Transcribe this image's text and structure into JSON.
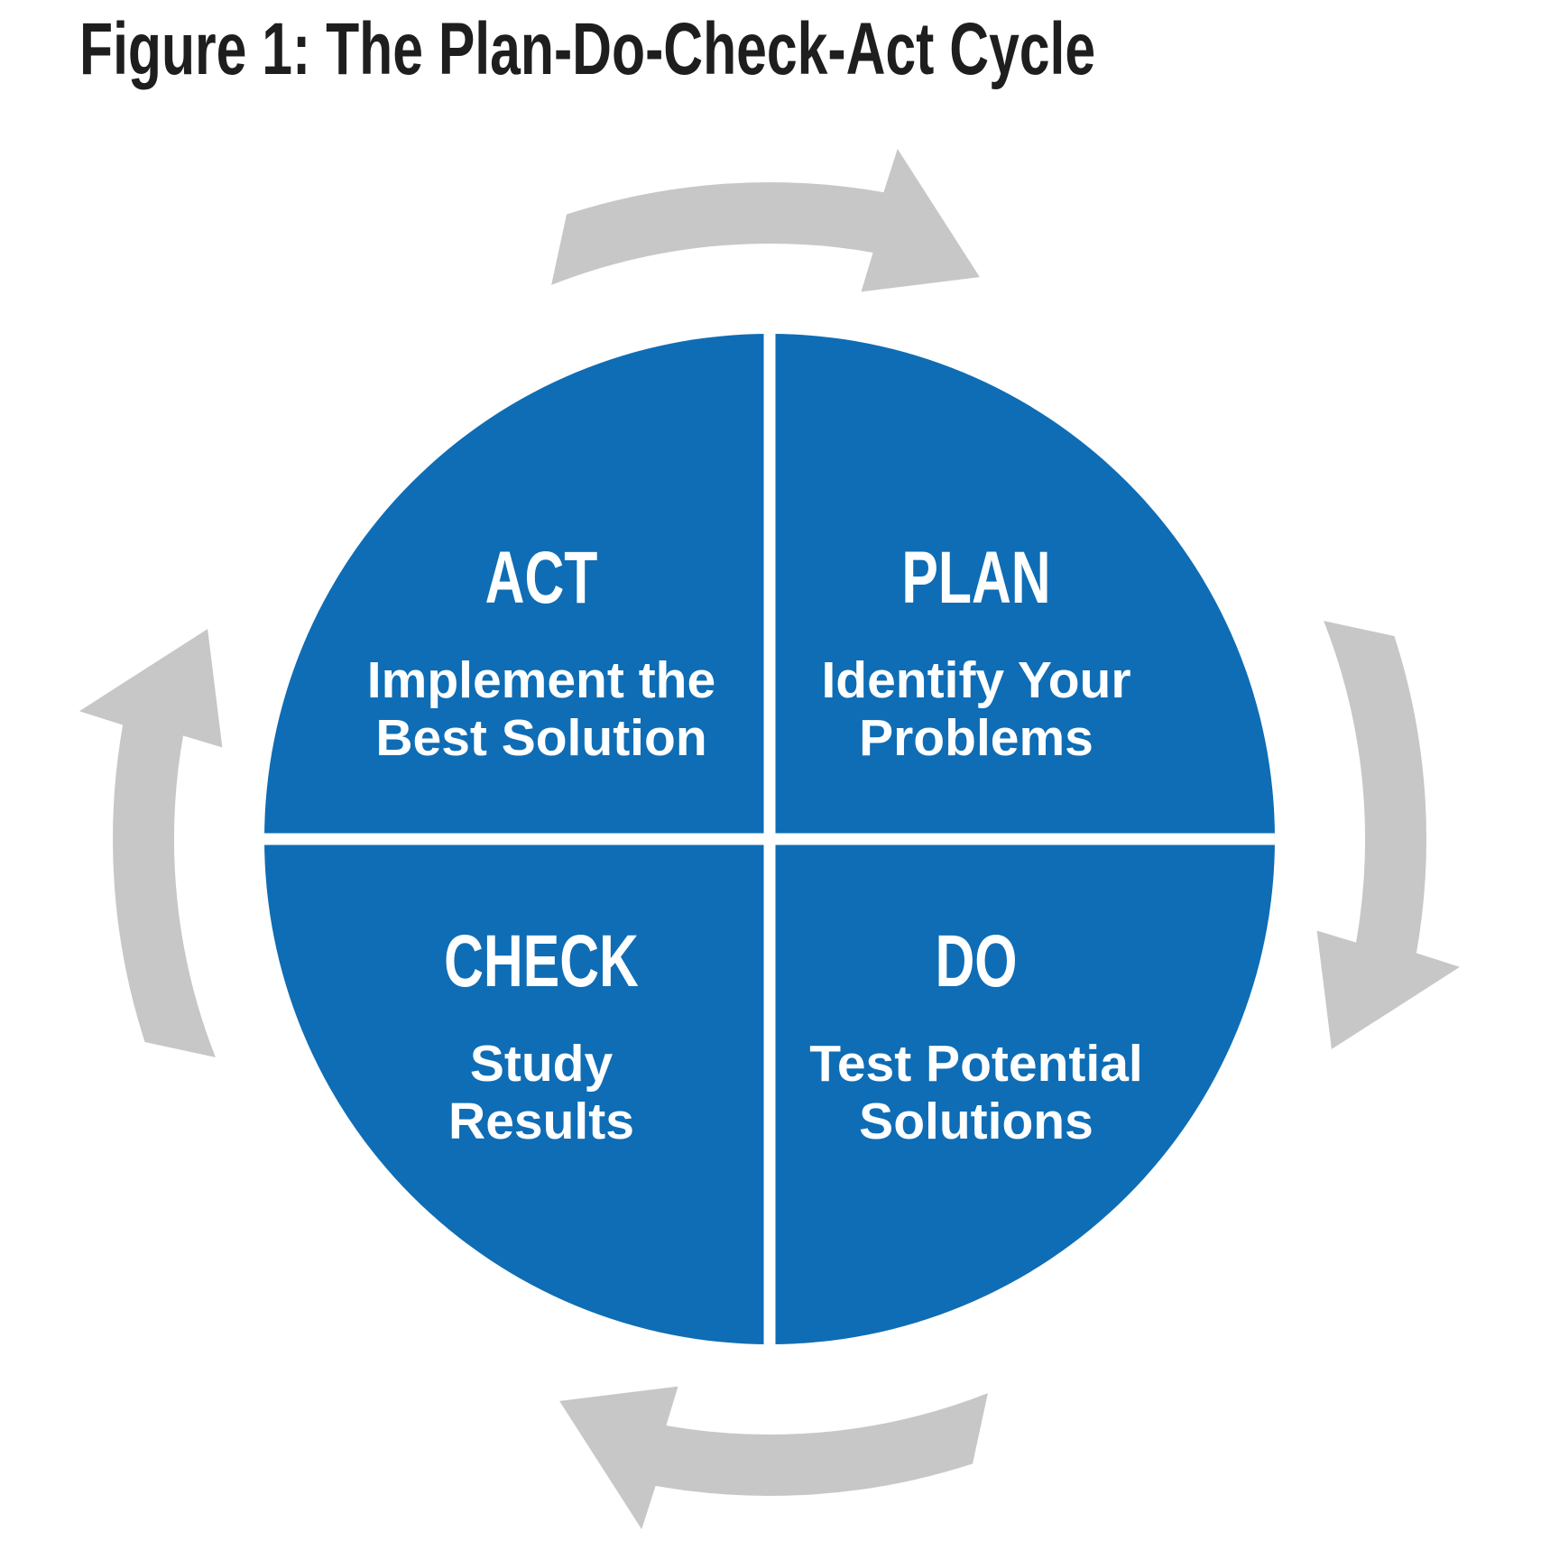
{
  "figure": {
    "title": "Figure 1: The Plan-Do-Check-Act Cycle"
  },
  "colors": {
    "circle": "#0e6db5",
    "divider": "#ffffff",
    "arrows": "#c7c7c7",
    "quadrant_text": "#ffffff",
    "title_text": "#1e1e1e",
    "background": "#ffffff"
  },
  "cycle": {
    "quadrants": [
      {
        "id": "act",
        "position": "top-left",
        "label": "ACT",
        "description": "Implement the\nBest Solution"
      },
      {
        "id": "plan",
        "position": "top-right",
        "label": "PLAN",
        "description": "Identify Your\nProblems"
      },
      {
        "id": "check",
        "position": "bottom-left",
        "label": "CHECK",
        "description": "Study\nResults"
      },
      {
        "id": "do",
        "position": "bottom-right",
        "label": "DO",
        "description": "Test Potential\nSolutions"
      }
    ],
    "arrows": [
      {
        "id": "top",
        "icon": "curved-cycle-arrow",
        "direction": "clockwise",
        "points_toward": "PLAN"
      },
      {
        "id": "right",
        "icon": "curved-cycle-arrow",
        "direction": "clockwise",
        "points_toward": "DO"
      },
      {
        "id": "bottom",
        "icon": "curved-cycle-arrow",
        "direction": "clockwise",
        "points_toward": "CHECK"
      },
      {
        "id": "left",
        "icon": "curved-cycle-arrow",
        "direction": "clockwise",
        "points_toward": "ACT"
      }
    ]
  }
}
